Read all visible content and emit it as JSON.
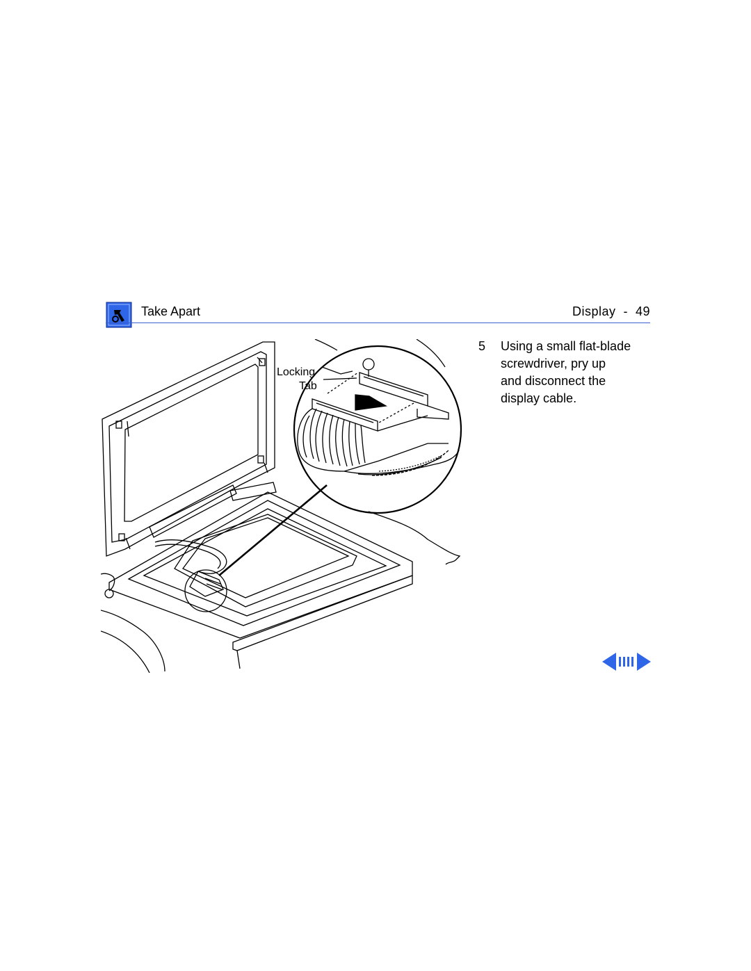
{
  "header": {
    "section": "Take Apart",
    "page_label": "Display  -  49",
    "icon": "wrench-tool-icon",
    "rule_color": "#3b5fd0",
    "icon_color": "#2f66e8"
  },
  "figure": {
    "callout_locking": "Locking",
    "callout_tab": "Tab"
  },
  "step": {
    "number": "5",
    "lines": [
      "Using a small flat-blade",
      "screwdriver, pry up",
      "and disconnect the",
      "display cable."
    ]
  },
  "navigation": {
    "prev_icon": "previous-page-arrow-icon",
    "index_icon": "page-index-icon",
    "next_icon": "next-page-arrow-icon",
    "color": "#2f66e8"
  }
}
